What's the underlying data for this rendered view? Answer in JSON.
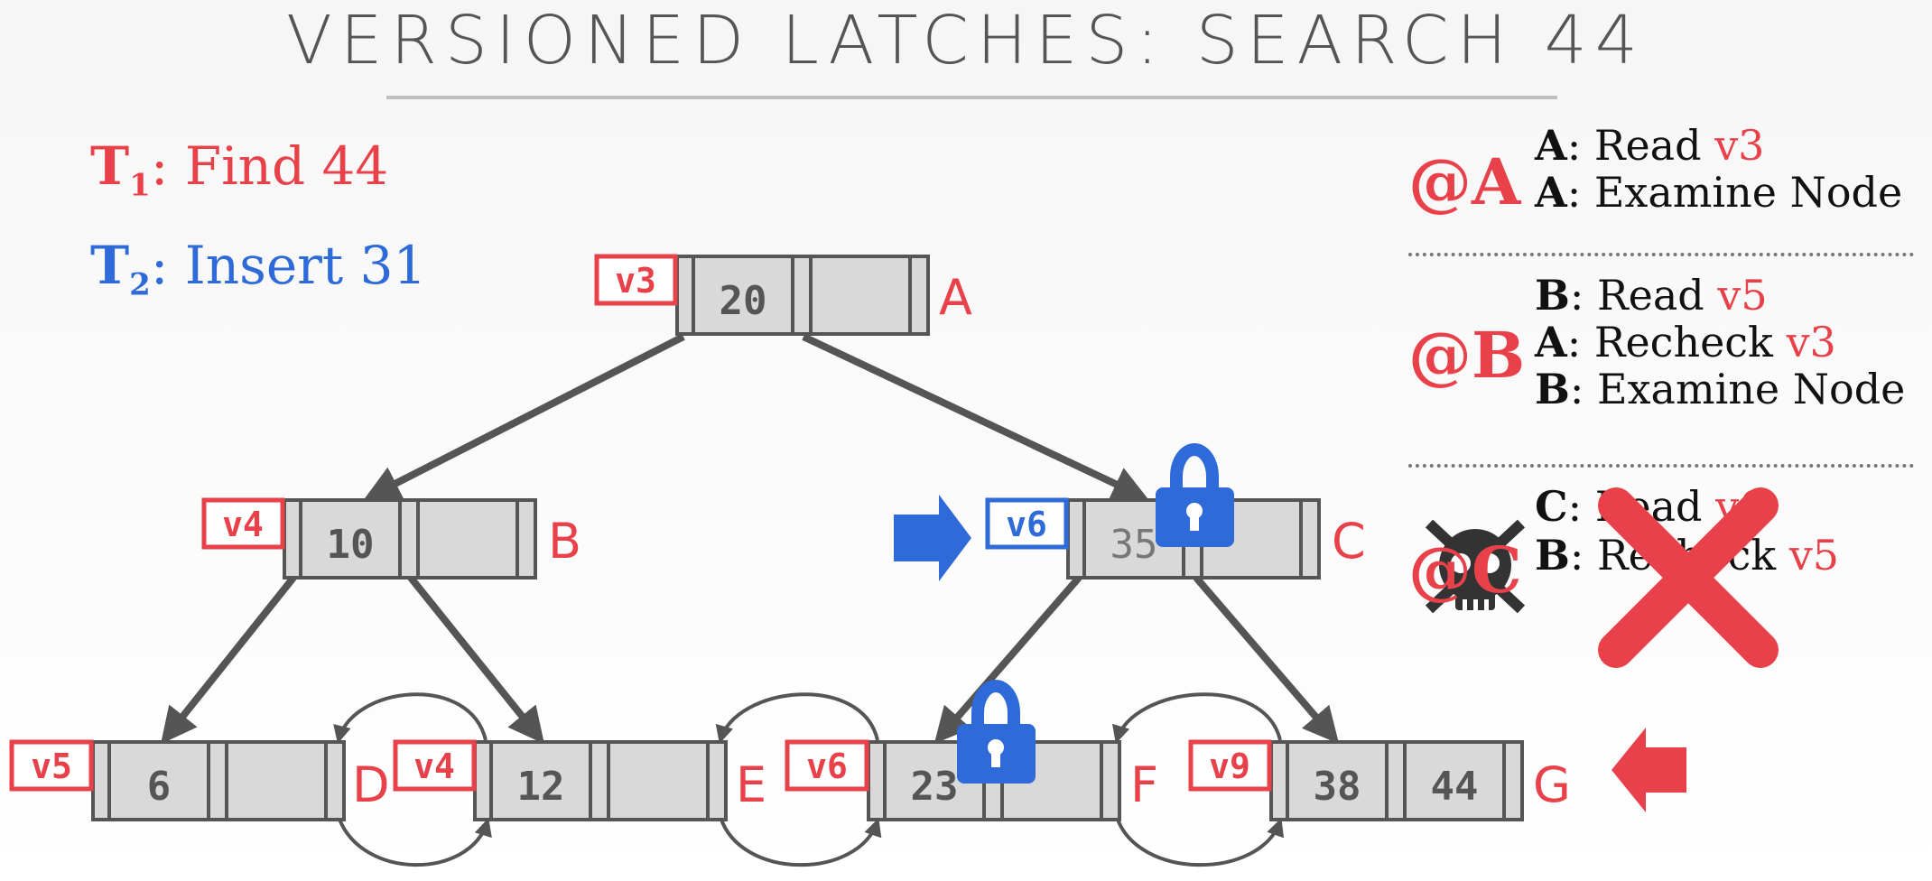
{
  "title": "VERSIONED LATCHES: SEARCH 44",
  "transactions": [
    {
      "name": "T",
      "sub": "1",
      "action": ": Find 44",
      "color": "#e8414a"
    },
    {
      "name": "T",
      "sub": "2",
      "action": ": Insert 31",
      "color": "#2e6ad8"
    }
  ],
  "nodes": [
    {
      "label": "A",
      "keys": [
        "20",
        ""
      ],
      "version": "v3",
      "version_color": "red"
    },
    {
      "label": "B",
      "keys": [
        "10",
        ""
      ],
      "version": "v4",
      "version_color": "red"
    },
    {
      "label": "C",
      "keys": [
        "35",
        ""
      ],
      "version": "v6",
      "version_color": "blue",
      "locked": true
    },
    {
      "label": "D",
      "keys": [
        "6",
        ""
      ],
      "version": "v5",
      "version_color": "red"
    },
    {
      "label": "E",
      "keys": [
        "12",
        ""
      ],
      "version": "v4",
      "version_color": "red"
    },
    {
      "label": "F",
      "keys": [
        "23",
        ""
      ],
      "version": "v6",
      "version_color": "red",
      "locked": true
    },
    {
      "label": "G",
      "keys": [
        "38",
        "44"
      ],
      "version": "v9",
      "version_color": "red"
    }
  ],
  "steps": [
    {
      "at": "@A",
      "lines": [
        {
          "node": "A",
          "text": ": Read ",
          "ver": "v3"
        },
        {
          "node": "A",
          "text": ": Examine Node",
          "ver": ""
        }
      ]
    },
    {
      "at": "@B",
      "lines": [
        {
          "node": "B",
          "text": ": Read ",
          "ver": "v5"
        },
        {
          "node": "A",
          "text": ": Recheck ",
          "ver": "v3"
        },
        {
          "node": "B",
          "text": ": Examine Node",
          "ver": ""
        }
      ]
    },
    {
      "at": "@C",
      "lines": [
        {
          "node": "C",
          "text": ": Read ",
          "ver": "v6"
        },
        {
          "node": "B",
          "text": ": Recheck ",
          "ver": "v5"
        }
      ],
      "aborted": true
    }
  ],
  "colors": {
    "red": "#e8414a",
    "blue": "#2e6ad8",
    "node_fill": "#d9d9d9",
    "edge": "#555555"
  },
  "icons": [
    "lock-icon",
    "skull-icon",
    "abort-x-icon",
    "right-arrow-icon",
    "left-arrow-icon"
  ]
}
